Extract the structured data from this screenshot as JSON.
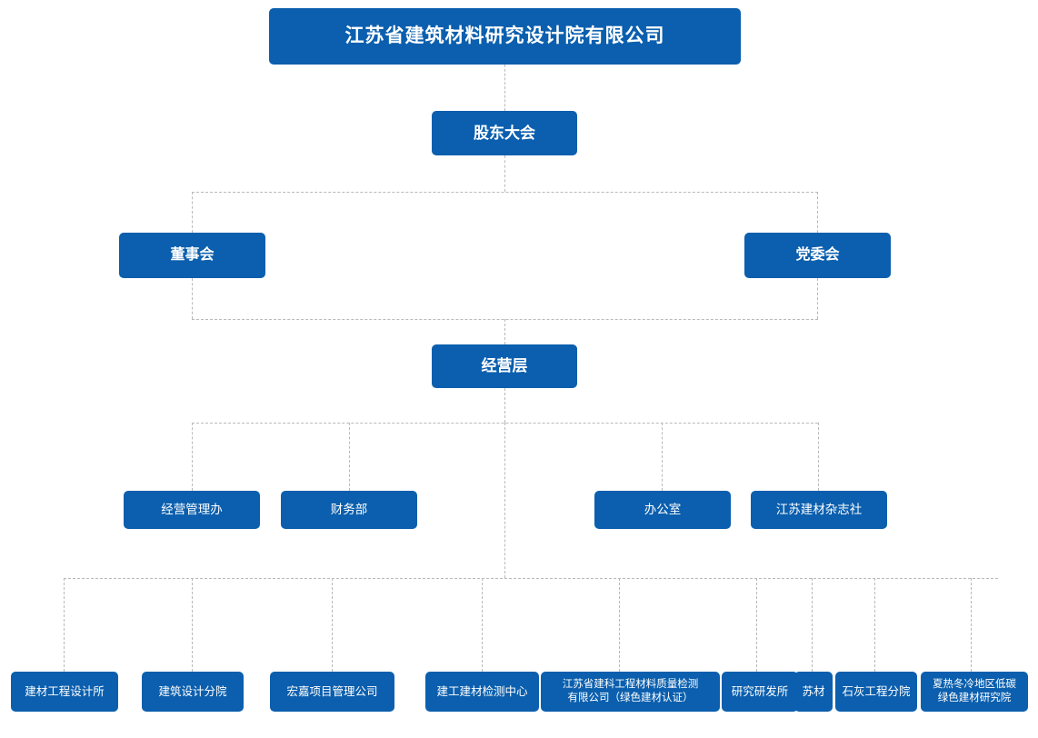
{
  "diagram": {
    "title": "江苏省建筑材料研究设计院有限公司组织架构图",
    "accent_color": "#0b5fae",
    "line_color": "#b9b9b9",
    "background": "#ffffff",
    "root": {
      "label": "江苏省建筑材料研究设计院有限公司"
    },
    "level1": [
      {
        "label": "股东大会"
      }
    ],
    "level2": [
      {
        "label": "董事会"
      },
      {
        "label": "党委会"
      }
    ],
    "level3": [
      {
        "label": "经营层"
      }
    ],
    "level4": [
      {
        "label": "经营管理办"
      },
      {
        "label": "财务部"
      },
      {
        "label": "办公室"
      },
      {
        "label": "江苏建材杂志社"
      }
    ],
    "level5": [
      {
        "label": "建材工程设计所"
      },
      {
        "label": "建筑设计分院"
      },
      {
        "label": "宏嘉项目管理公司"
      },
      {
        "label": "建工建材检测中心"
      },
      {
        "label": "江苏省建科工程材料质量检测\n有限公司（绿色建材认证）"
      },
      {
        "label": "研究研发所"
      },
      {
        "label": "苏材"
      },
      {
        "label": "石灰工程分院"
      },
      {
        "label": "夏热冬冷地区低碳\n绿色建材研究院"
      }
    ]
  }
}
